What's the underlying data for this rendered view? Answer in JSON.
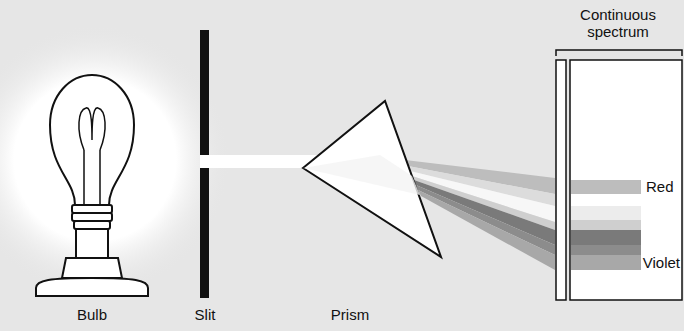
{
  "diagram": {
    "labels": [
      "Continuous spectrum",
      "Red",
      "Violet",
      "Bulb",
      "Slit",
      "Prism"
    ]
  }
}
